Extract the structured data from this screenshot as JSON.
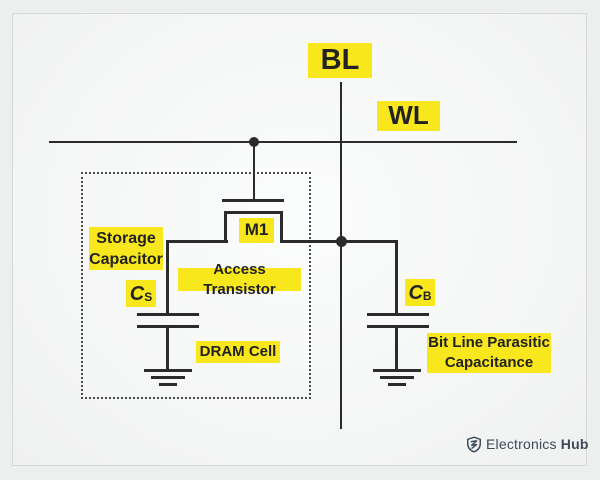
{
  "colors": {
    "highlight": "#f8e71c",
    "line": "#2b2b2b",
    "text": "#222222",
    "logo_text": "#3a4a5a",
    "background": "#edeeee",
    "card_background": "#f7f8f8",
    "dotted_border": "#4b4b4b"
  },
  "diagram": {
    "bit_line_label": "BL",
    "word_line_label": "WL",
    "transistor_label": "M1",
    "storage_capacitor_label": {
      "line1": "Storage",
      "line2": "Capacitor"
    },
    "access_transistor_label": "Access Transistor",
    "dram_cell_label": "DRAM Cell",
    "storage_cap_symbol": {
      "letter": "C",
      "subscript": "S"
    },
    "bitline_cap_symbol": {
      "letter": "C",
      "subscript": "B"
    },
    "bitline_parasitic_label": {
      "line1": "Bit Line Parasitic",
      "line2": "Capacitance"
    }
  },
  "footer": {
    "brand_regular": "Electronics",
    "brand_bold": "Hub",
    "icon": "shield-z-icon"
  }
}
